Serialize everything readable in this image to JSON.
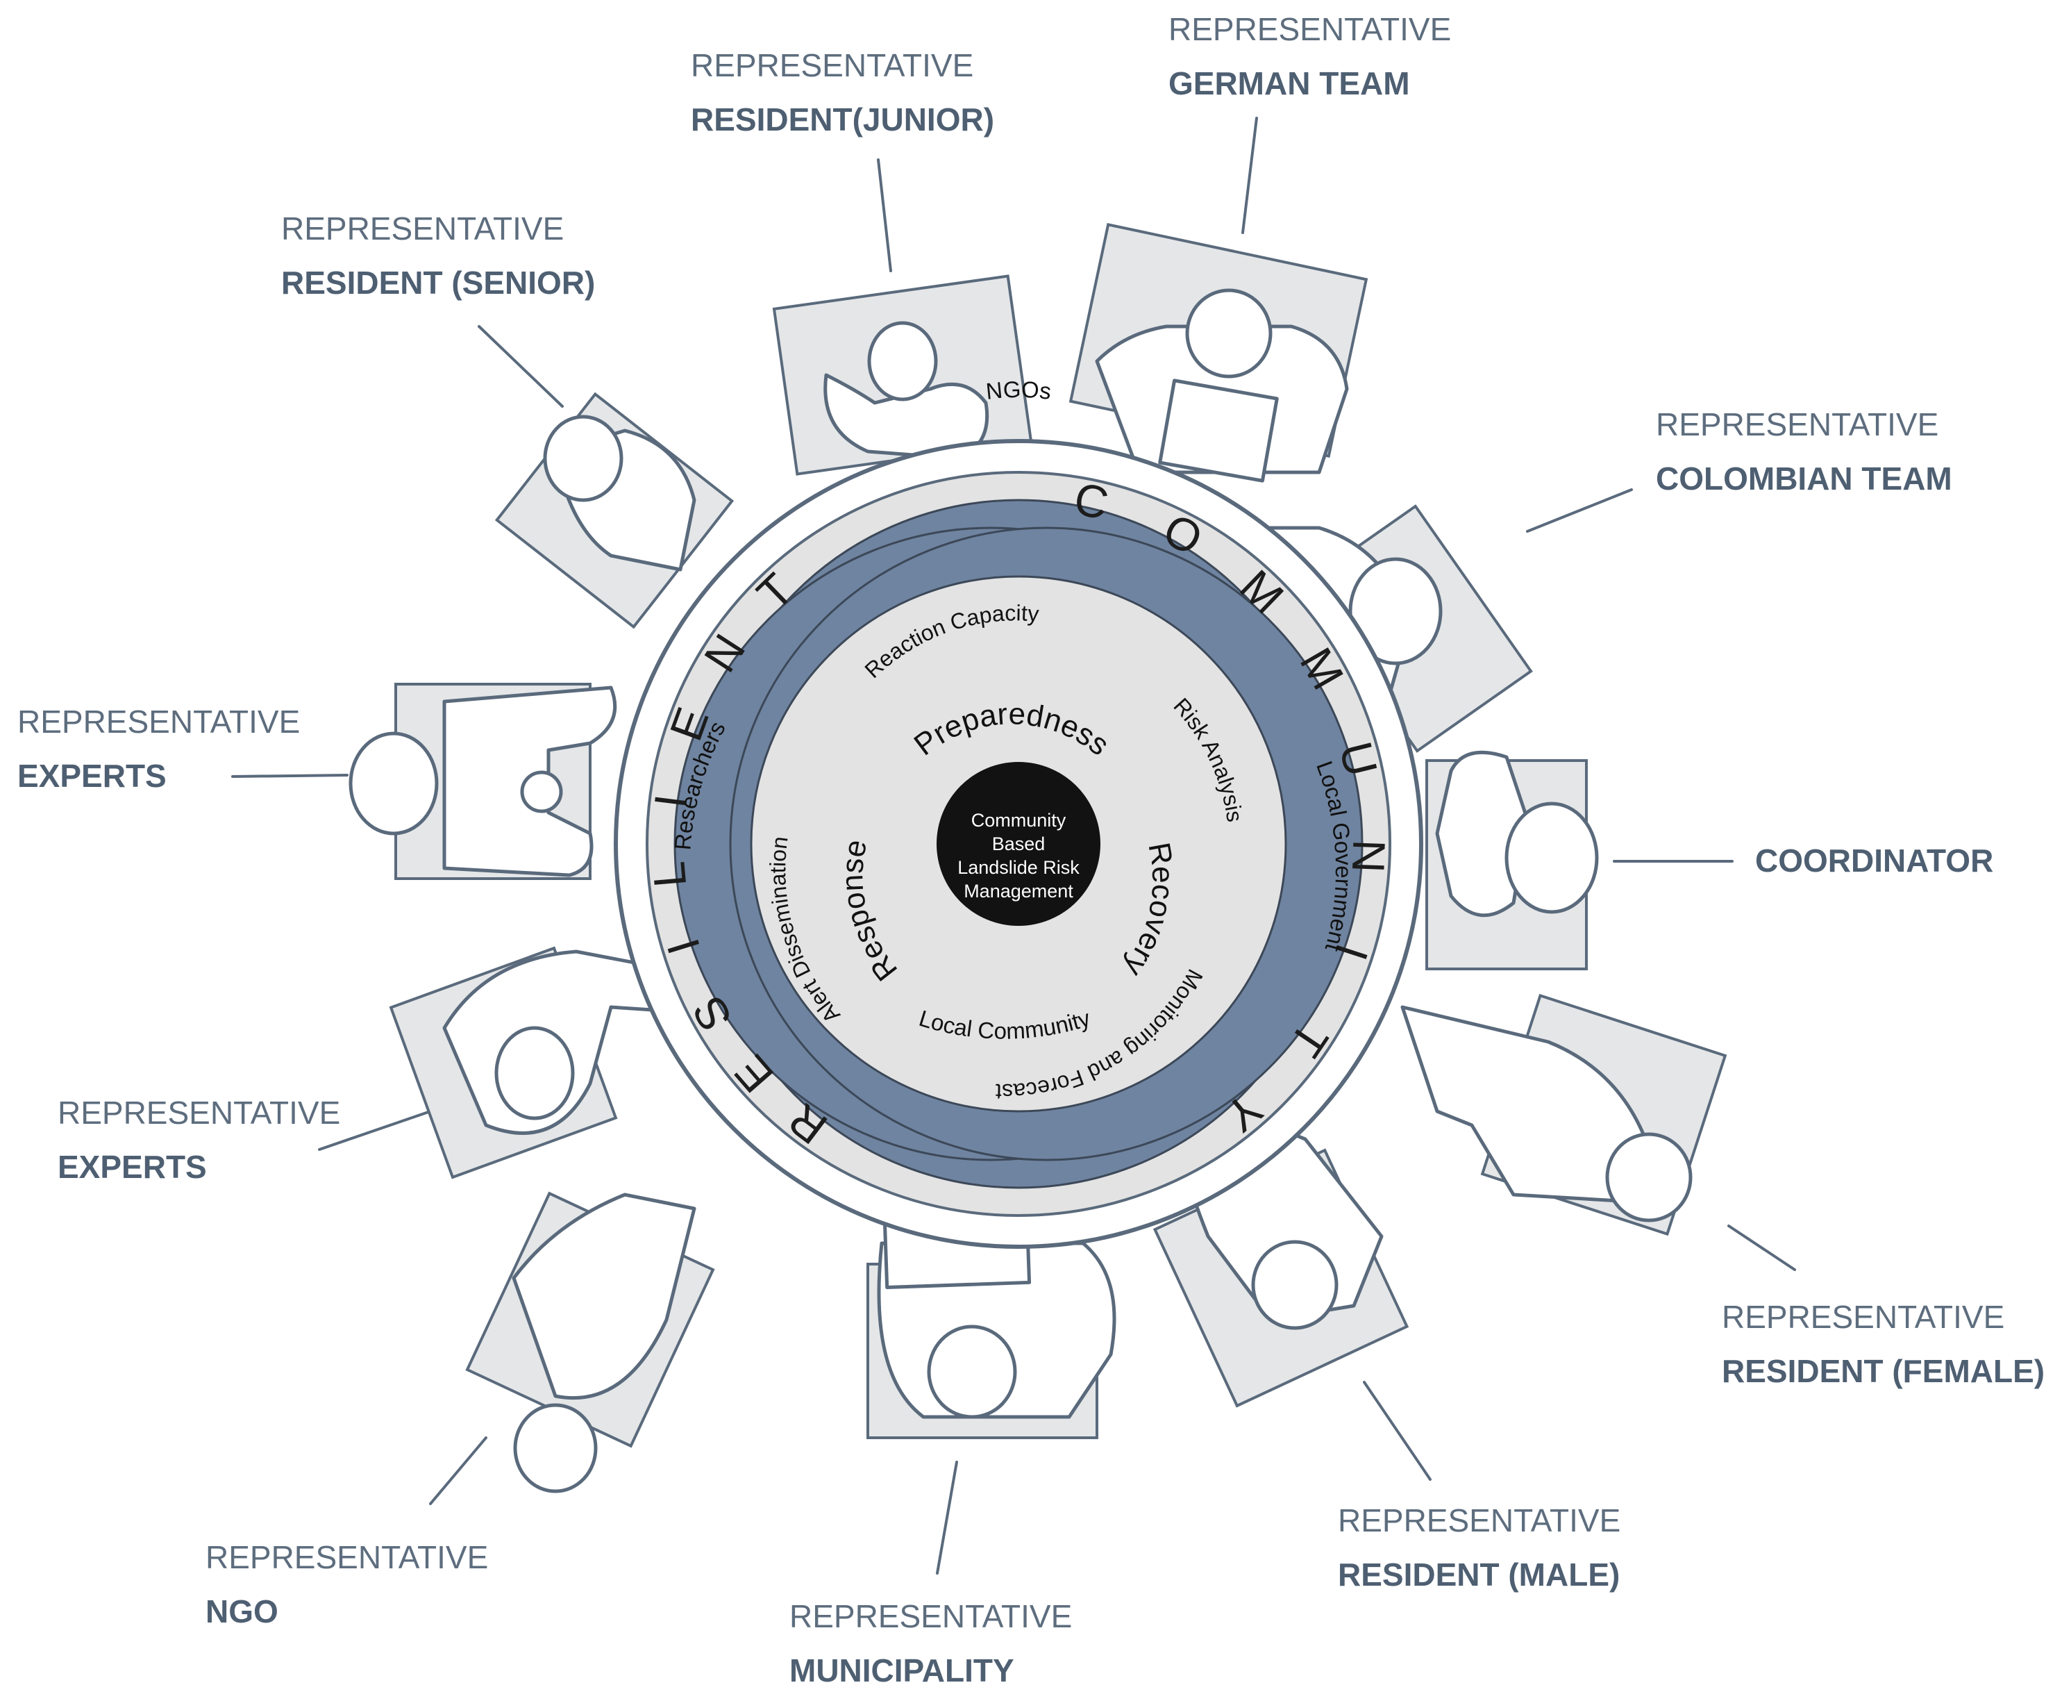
{
  "colors": {
    "band_blue": "#6f84a0",
    "ring_gray": "#e3e3e3",
    "core_black": "#121212",
    "outline": "#5a6a7c",
    "label_text": "#4e5f72"
  },
  "ring_word": "RESILIENT COMMUNITY",
  "ring_letters": [
    "R",
    "E",
    "S",
    "I",
    "L",
    "I",
    "E",
    "N",
    "T",
    "C",
    "O",
    "M",
    "M",
    "U",
    "N",
    "I",
    "T",
    "Y"
  ],
  "stakeholders": {
    "top": "NGOs",
    "right": "Local Government",
    "bottom": "Local Community",
    "left": "Researchers"
  },
  "capacities": {
    "reaction": "Reaction Capacity",
    "risk": "Risk Analysis",
    "monitoring": "Monitoring and Forecast",
    "alert": "Alert Dissemination"
  },
  "phases": {
    "preparedness": "Preparedness",
    "recovery": "Recovery",
    "response": "Response"
  },
  "core": {
    "line1": "Community",
    "line2": "Based",
    "line3": "Landslide Risk",
    "line4": "Management"
  },
  "participants": [
    {
      "rep": "REPRESENTATIVE",
      "role": "RESIDENT(JUNIOR)",
      "icon": "person-icon"
    },
    {
      "rep": "REPRESENTATIVE",
      "role": "GERMAN TEAM",
      "icon": "person-laptop-icon"
    },
    {
      "rep": "REPRESENTATIVE",
      "role": "RESIDENT (SENIOR)",
      "icon": "person-icon"
    },
    {
      "rep": "REPRESENTATIVE",
      "role": "COLOMBIAN TEAM",
      "icon": "person-icon"
    },
    {
      "rep": "REPRESENTATIVE",
      "role": "EXPERTS",
      "icon": "person-icon"
    },
    {
      "rep": "",
      "role": "COORDINATOR",
      "icon": "person-icon"
    },
    {
      "rep": "REPRESENTATIVE",
      "role": "EXPERTS",
      "icon": "person-icon"
    },
    {
      "rep": "REPRESENTATIVE",
      "role": "RESIDENT (FEMALE)",
      "icon": "person-icon"
    },
    {
      "rep": "REPRESENTATIVE",
      "role": "NGO",
      "icon": "person-icon"
    },
    {
      "rep": "REPRESENTATIVE",
      "role": "RESIDENT (MALE)",
      "icon": "person-icon"
    },
    {
      "rep": "REPRESENTATIVE",
      "role": "MUNICIPALITY",
      "icon": "person-paper-icon"
    }
  ]
}
